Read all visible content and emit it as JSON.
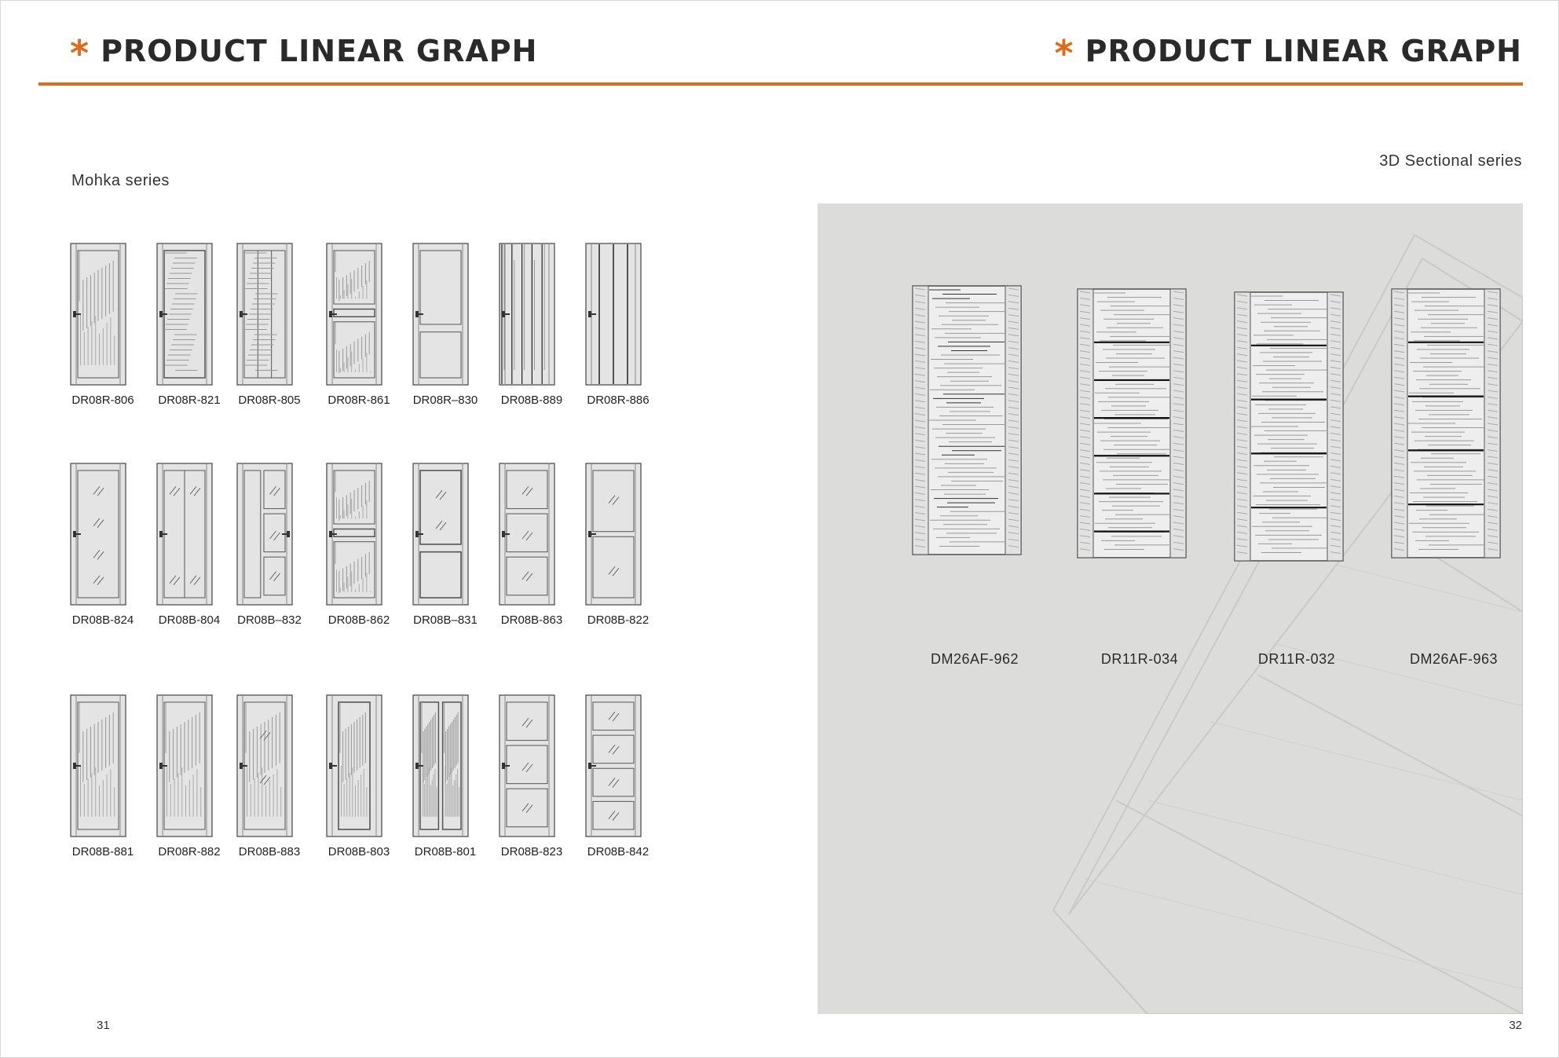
{
  "header": {
    "asterisk": "*",
    "left_title": "PRODUCT LINEAR GRAPH",
    "right_title": "PRODUCT LINEAR GRAPH",
    "accent_color": "#e06a1b"
  },
  "left_page": {
    "series_name": "Mohka  series",
    "rows": [
      {
        "doors": [
          {
            "code": "DR08R-806",
            "style": "vgrain"
          },
          {
            "code": "DR08R-821",
            "style": "hgrain"
          },
          {
            "code": "DR08R-805",
            "style": "lines3"
          },
          {
            "code": "DR08R-861",
            "style": "band"
          },
          {
            "code": "DR08R–830",
            "style": "twopanel"
          },
          {
            "code": "DR08B-889",
            "style": "stripes"
          },
          {
            "code": "DR08R-886",
            "style": "strips4"
          }
        ]
      },
      {
        "doors": [
          {
            "code": "DR08B-824",
            "style": "glass"
          },
          {
            "code": "DR08B-804",
            "style": "glass2"
          },
          {
            "code": "DR08B–832",
            "style": "sideglass"
          },
          {
            "code": "DR08B-862",
            "style": "band"
          },
          {
            "code": "DR08B–831",
            "style": "glasspanel"
          },
          {
            "code": "DR08B-863",
            "style": "glass3"
          },
          {
            "code": "DR08B-822",
            "style": "glasstwo"
          }
        ]
      },
      {
        "doors": [
          {
            "code": "DR08B-881",
            "style": "vgrain"
          },
          {
            "code": "DR08R-882",
            "style": "vgrain"
          },
          {
            "code": "DR08B-883",
            "style": "vgrainglass"
          },
          {
            "code": "DR08B-803",
            "style": "vframe"
          },
          {
            "code": "DR08B-801",
            "style": "twovert"
          },
          {
            "code": "DR08B-823",
            "style": "glass3"
          },
          {
            "code": "DR08B-842",
            "style": "glass4"
          }
        ]
      }
    ],
    "page_number": "31"
  },
  "right_page": {
    "series_name": "3D Sectional series",
    "doors": [
      {
        "code": "DM26AF-962"
      },
      {
        "code": "DR11R-034"
      },
      {
        "code": "DR11R-032"
      },
      {
        "code": "DM26AF-963"
      }
    ],
    "page_number": "32"
  }
}
